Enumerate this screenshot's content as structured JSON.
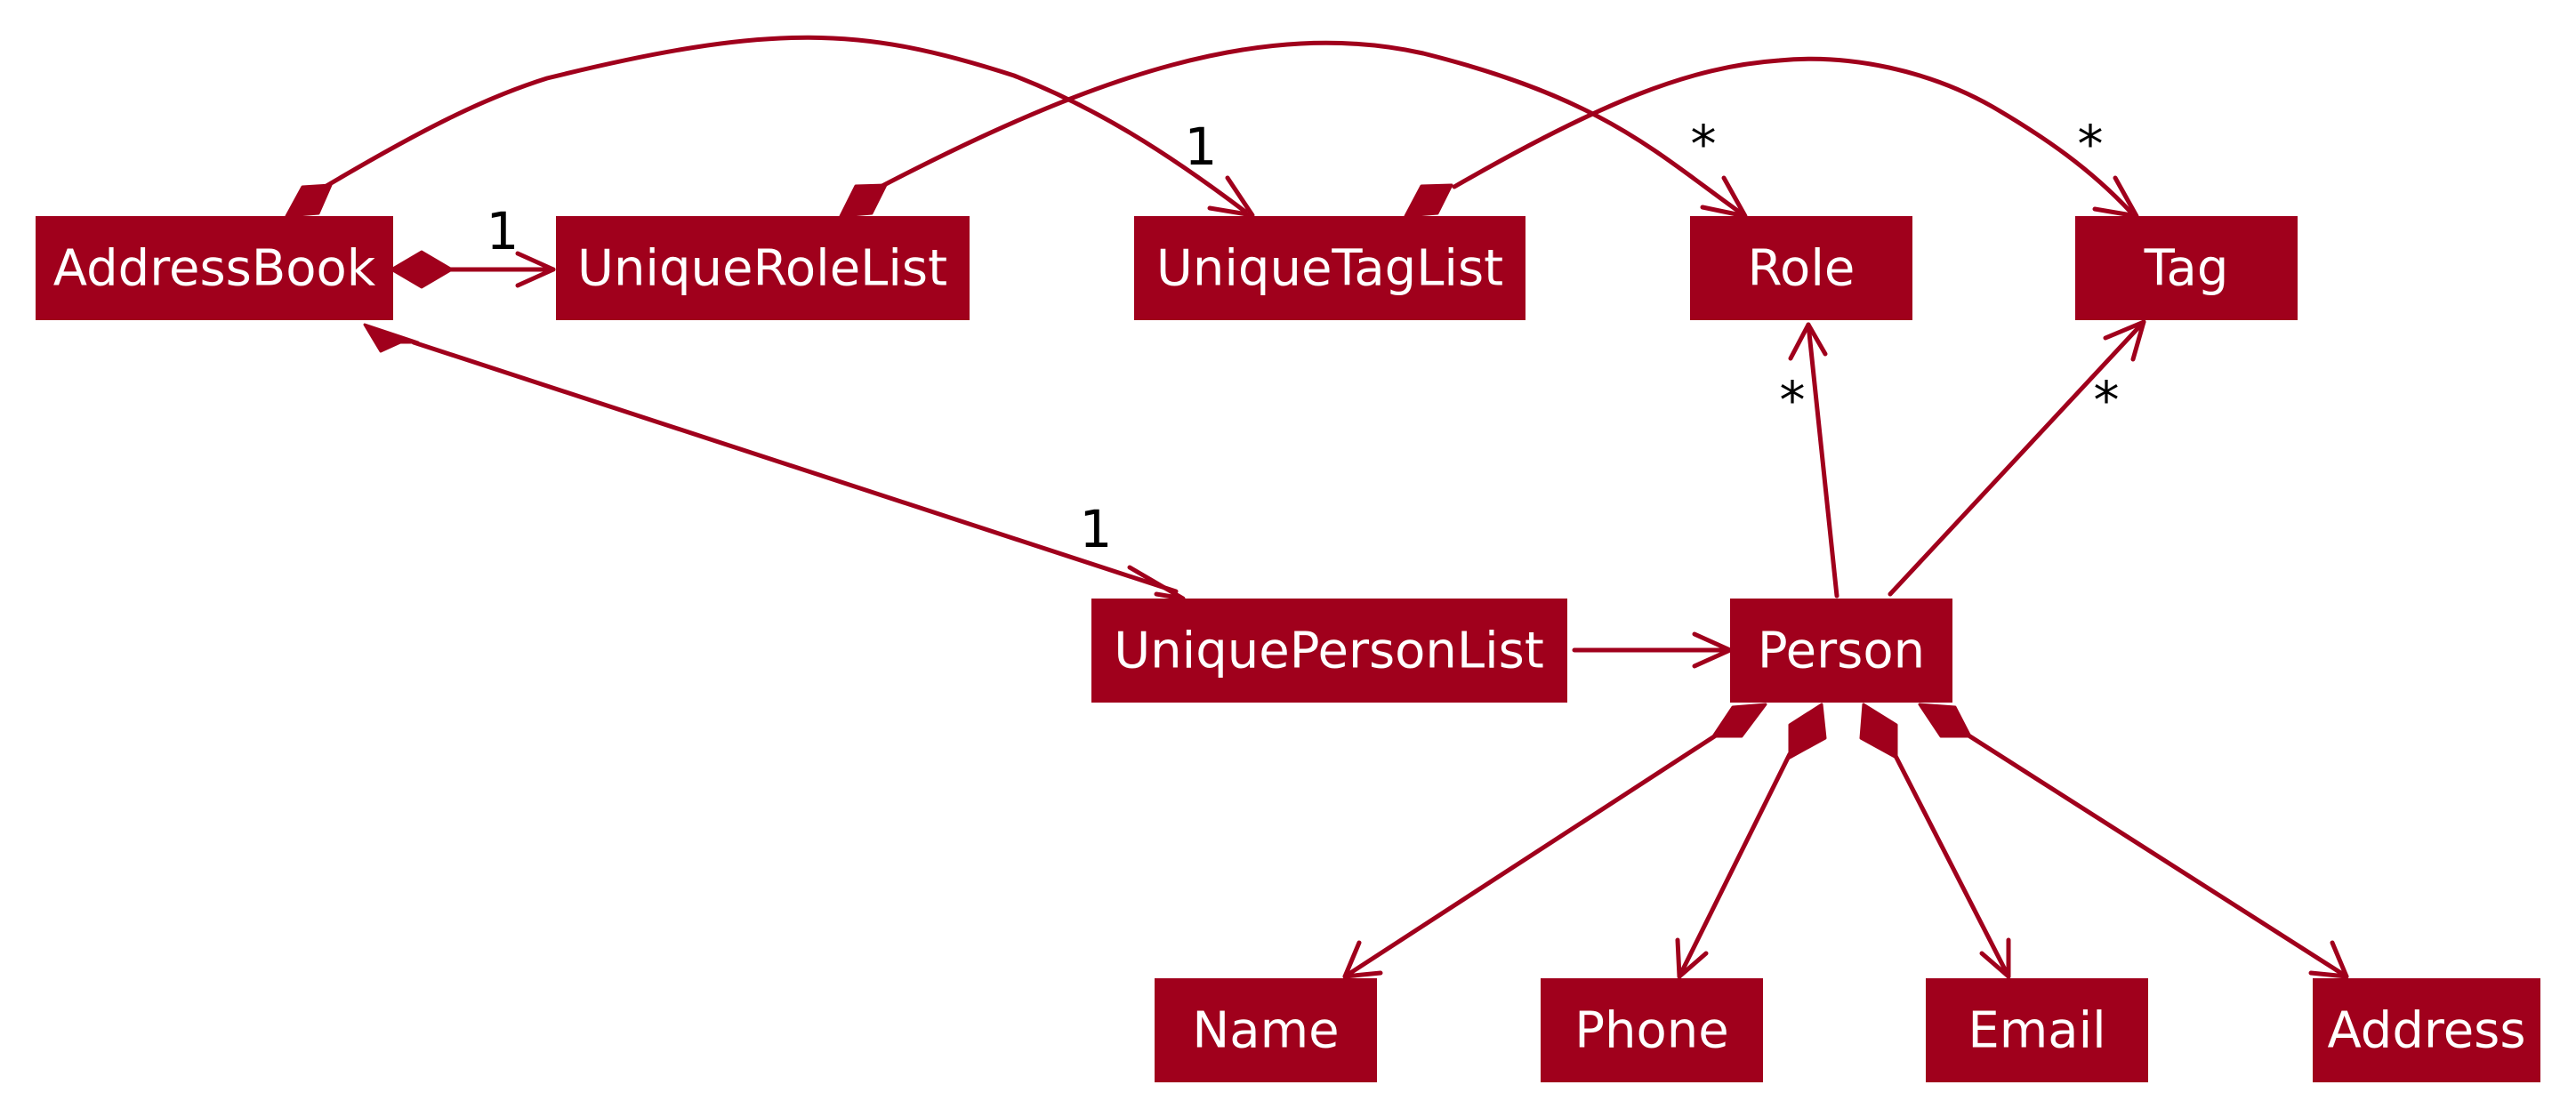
{
  "colors": {
    "class_fill": "#a0001c",
    "class_text": "#ffffff",
    "edge": "#a0001c",
    "multiplicity": "#000000",
    "background": "#ffffff"
  },
  "classes": {
    "address_book": "AddressBook",
    "unique_role_list": "UniqueRoleList",
    "unique_tag_list": "UniqueTagList",
    "role": "Role",
    "tag": "Tag",
    "unique_person_list": "UniquePersonList",
    "person": "Person",
    "name": "Name",
    "phone": "Phone",
    "email": "Email",
    "address": "Address"
  },
  "multiplicities": {
    "addressbook_to_uniquerolelist": "1",
    "addressbook_to_uniquetaglist": "1",
    "uniquerolelist_to_role": "*",
    "uniquetaglist_to_tag": "*",
    "addressbook_to_uniquepersonlist": "1",
    "person_to_role": "*",
    "person_to_tag": "*"
  }
}
